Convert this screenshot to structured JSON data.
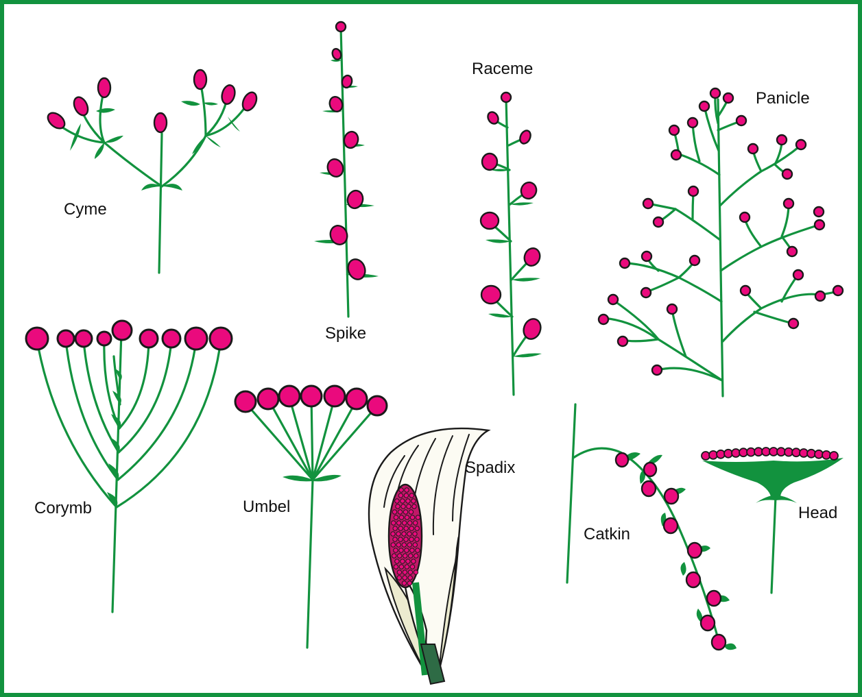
{
  "colors": {
    "frame": "#12923e",
    "stem": "#12923e",
    "flower": "#ea0a7d",
    "outline": "#1a1a1a",
    "spathe": "#fcfbf3"
  },
  "labels": {
    "cyme": "Cyme",
    "spike": "Spike",
    "raceme": "Raceme",
    "panicle": "Panicle",
    "corymb": "Corymb",
    "umbel": "Umbel",
    "spadix": "Spadix",
    "catkin": "Catkin",
    "head": "Head"
  }
}
